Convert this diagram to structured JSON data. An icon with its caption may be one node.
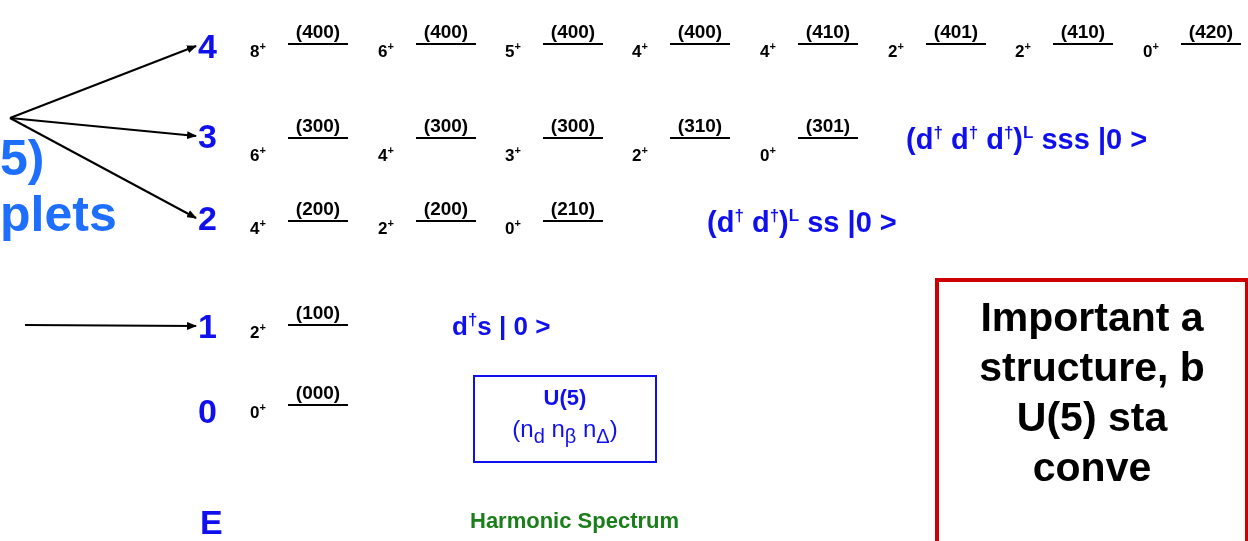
{
  "diagram": {
    "nodes": [
      {
        "text": [
          "4"
        ]
      },
      {
        "text": [
          "3"
        ]
      },
      {
        "text": [
          "2"
        ]
      },
      {
        "text": [
          "1"
        ]
      },
      {
        "text": [
          "0"
        ]
      },
      {
        "text": [
          "U(5)",
          "(n$_{d}$ n$_{β}$ n$_{Δ}$)"
        ]
      },
      {
        "text": [
          "Important a structure, b U(5) sta conve"
        ]
      }
    ],
    "edges": [
      {
        "from": null,
        "to": 0,
        "arrow": "to"
      },
      {
        "from": null,
        "to": 1,
        "arrow": "to"
      },
      {
        "from": null,
        "to": 2,
        "arrow": "to"
      },
      {
        "from": null,
        "to": 3,
        "arrow": "to"
      }
    ],
    "labels": [
      "5) plets",
      "8$^{+}$",
      "(400)",
      "6$^{+}$",
      "(400)",
      "5$^{+}$",
      "(400)",
      "4$^{+}$",
      "(400)",
      "4$^{+}$",
      "(410)",
      "2$^{+}$",
      "(401)",
      "2$^{+}$",
      "(410)",
      "0$^{+}$",
      "(420)",
      "6$^{+}$",
      "(300)",
      "4$^{+}$",
      "(300)",
      "3$^{+}$",
      "(300)",
      "2$^{+}$",
      "(310)",
      "0$^{+}$",
      "(301)",
      "(d$^{†}$ d$^{†}$ d$^{†}$)$^{L}$ sss |0 >",
      "4$^{+}$",
      "(200)",
      "2$^{+}$",
      "(200)",
      "0$^{+}$",
      "(210)",
      "(d$^{†}$ d$^{†}$)$^{L}$ ss |0 >",
      "2$^{+}$",
      "(100)",
      "d$^{†}$s | 0 >",
      "0$^{+}$",
      "(000)",
      "E",
      "Harmonic Spectrum"
    ]
  }
}
